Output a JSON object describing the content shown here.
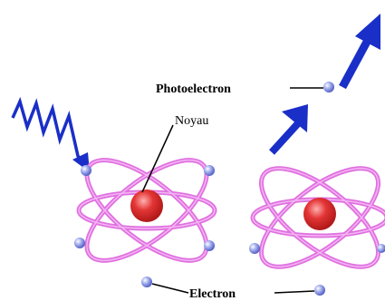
{
  "labels": {
    "photoelectron": "Photoelectron",
    "noyau": "Noyau",
    "electron": "Electron"
  },
  "colors": {
    "orbit": "#e070e0",
    "orbit_highlight": "#f3b5f3",
    "nucleus": "#e33535",
    "nucleus_highlight": "#ffb0b0",
    "electron": "#7080d8",
    "arrow": "#1a2fc8",
    "wave": "#1a2fc8"
  },
  "icons": {
    "incoming_photon": "zigzag-wave-arrow-icon",
    "ejection_arrow": "up-right-arrow-icon"
  }
}
